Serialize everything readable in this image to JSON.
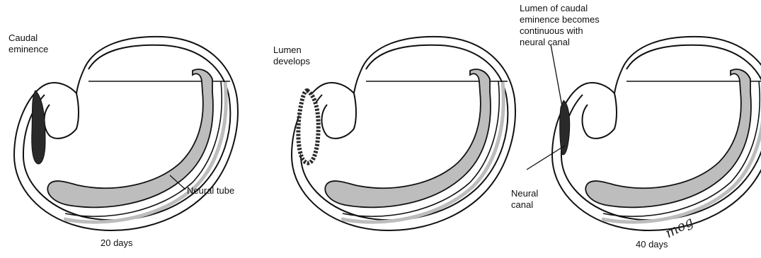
{
  "panels": [
    {
      "id": "20-days",
      "caption": "20 days",
      "labels": [
        "Caudal eminence",
        "Neural tube"
      ]
    },
    {
      "id": "intermediate",
      "caption": "",
      "labels": [
        "Lumen develops"
      ]
    },
    {
      "id": "40-days",
      "caption": "40 days",
      "labels": [
        "Lumen of caudal eminence becomes continuous with neural canal",
        "Neural canal"
      ]
    }
  ],
  "text": {
    "caudal_l1": "Caudal",
    "caudal_l2": "eminence",
    "neural_tube": "Neural tube",
    "lumen_l1": "Lumen",
    "lumen_l2": "develops",
    "cont_l1": "Lumen of caudal",
    "cont_l2": "eminence becomes",
    "cont_l3": "continuous with",
    "cont_l4": "neural canal",
    "canal_l1": "Neural",
    "canal_l2": "canal",
    "caption_left": "20 days",
    "caption_right": "40 days",
    "signature": "mog"
  },
  "colors": {
    "outline": "#111111",
    "tube_fill": "#bdbdbd",
    "eminence_fill": "#2a2a2a",
    "background": "#ffffff"
  }
}
